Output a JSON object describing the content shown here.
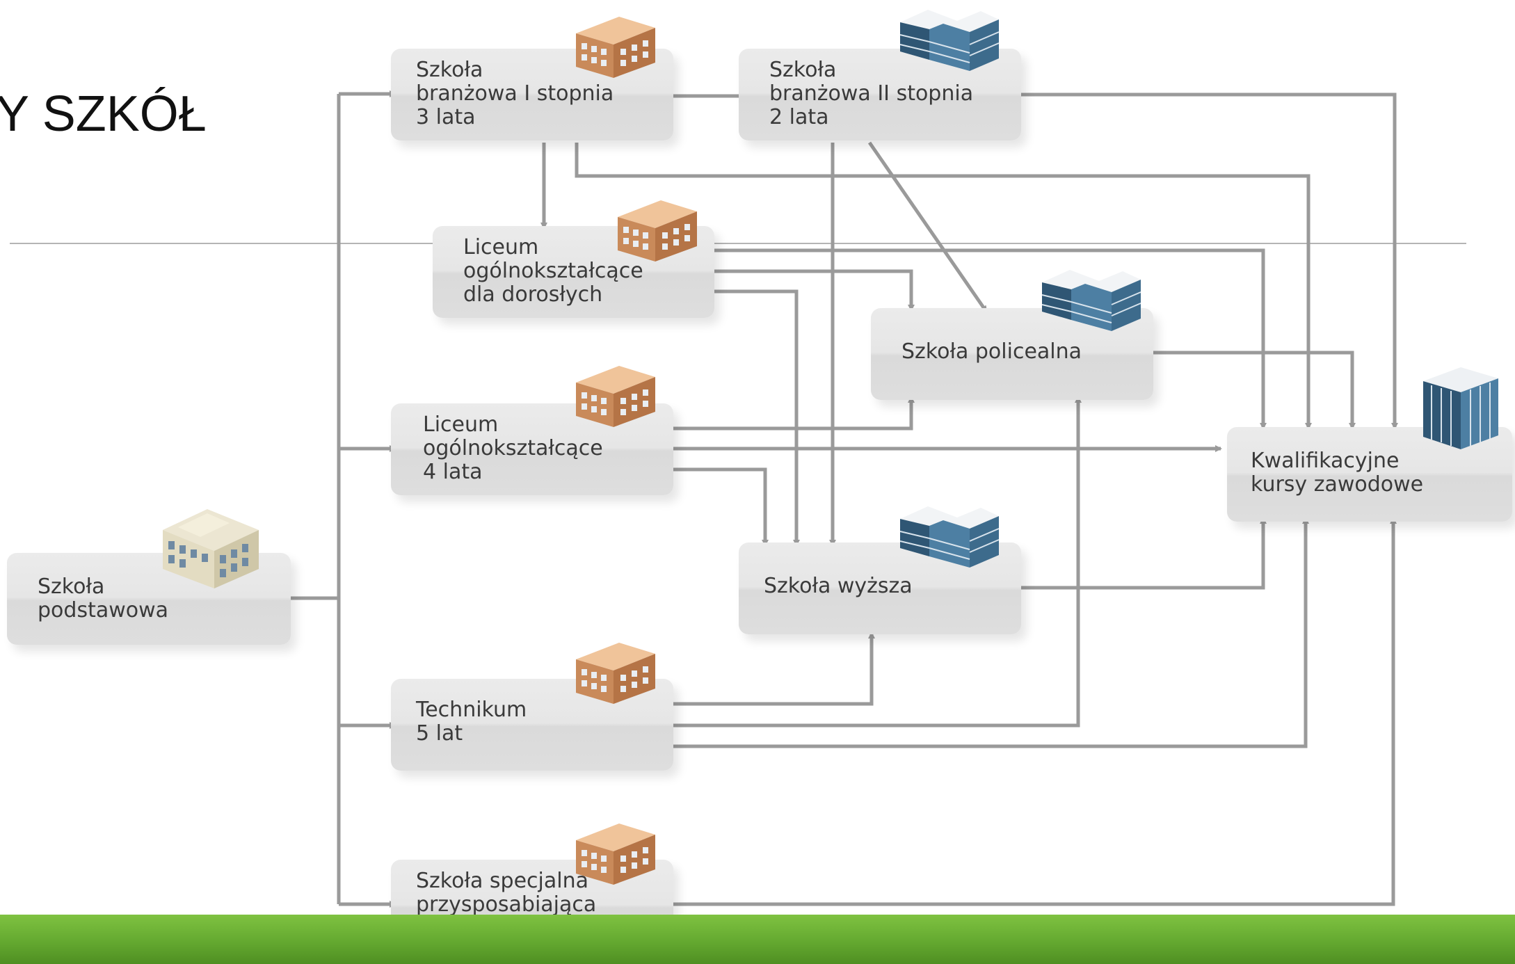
{
  "title": "Y SZKÓŁ",
  "nodes": {
    "branzowa1": {
      "label": "Szkoła\nbranżowa I stopnia\n3 lata"
    },
    "branzowa2": {
      "label": "Szkoła\nbranżowa II stopnia\n2 lata"
    },
    "liceum_dorosli": {
      "label": "Liceum\nogólnokształcące\ndla dorosłych"
    },
    "policealna": {
      "label": "Szkoła policealna"
    },
    "liceum": {
      "label": "Liceum\nogólnokształcące\n4 lata"
    },
    "kursy": {
      "label": "Kwalifikacyjne\nkursy zawodowe"
    },
    "podstawowa": {
      "label": "Szkoła\npodstawowa"
    },
    "wyzsza": {
      "label": "Szkoła wyższa"
    },
    "technikum": {
      "label": "Technikum\n5 lat"
    },
    "specjalna": {
      "label": "Szkoła specjalna\nprzysposabiająca\ndo pracy"
    }
  },
  "icons": {
    "brick_building": "brick-school-building-icon",
    "glass_building": "glass-office-building-icon",
    "tower_building": "glass-tower-building-icon",
    "primary_building": "primary-school-building-icon"
  },
  "colors": {
    "connector": "#9a9a9a",
    "box": "#e6e6e6",
    "brick": "#c98a5a",
    "glass": "#3d6b8c",
    "accent_band": "#64a930"
  }
}
